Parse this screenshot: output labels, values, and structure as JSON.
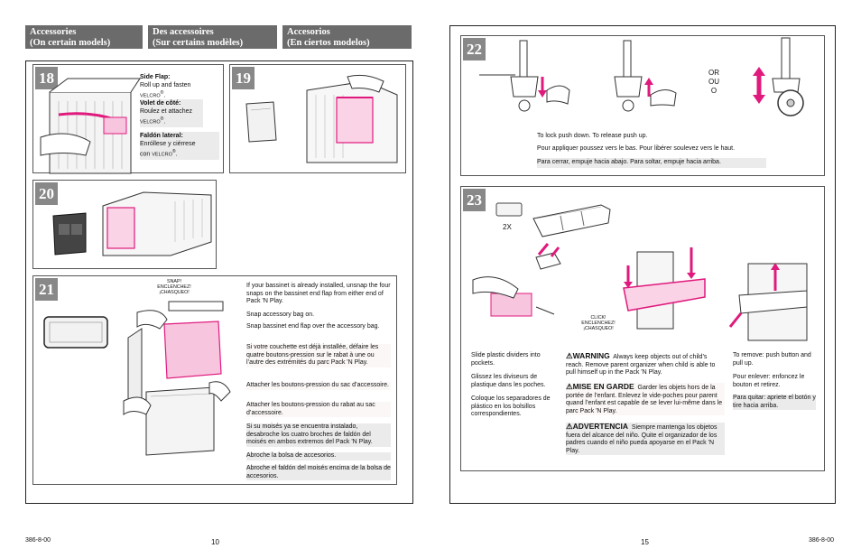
{
  "left_page": {
    "headers": [
      "Accessories\n(On certain models)",
      "Des accessoires\n(Sur certains modèles)",
      "Accesorios\n(En ciertos modelos)"
    ],
    "step18": {
      "number": "18",
      "side_flap_title": "Side Flap:",
      "side_flap_text": "Roll up and fasten",
      "velcro": "VELCRO",
      "reg": "®",
      "period": ".",
      "volet_title": "Volet de côté:",
      "volet_text": "Roulez et attachez",
      "faldon_title": "Faldón lateral:",
      "faldon_text": "Enróllese y ciérrese",
      "con": "con"
    },
    "step19": {
      "number": "19"
    },
    "step20": {
      "number": "20"
    },
    "step21": {
      "number": "21",
      "bubble": "SNAP!\nENCLENCHEZ!\n¡CHASQUEO!",
      "en_1": "If your bassinet is already installed, unsnap the four snaps on the bassinet end flap from either end of Pack 'N Play.",
      "en_2": "Snap accessory bag on.",
      "en_3": "Snap bassinet end flap over the accessory bag.",
      "fr_1": "Si votre couchette est déjà installée, défaire les quatre boutons-pression sur le rabat à une ou l’autre des extrémités du parc Pack 'N Play.",
      "fr_2": "Attacher les boutons-pression du sac d’accessoire.",
      "fr_3": "Attacher les boutons-pression du rabat au sac d’accessoire.",
      "es_1": "Si su moisés ya se encuentra instalado, desabroche los cuatro broches de faldón del moisés en ambos extremos del Pack 'N Play.",
      "es_2": "Abroche la bolsa de accesorios.",
      "es_3": "Abroche el faldón del moisés encima de la bolsa de accesorios."
    },
    "footer_code": "386-8-00",
    "page_number": "10"
  },
  "right_page": {
    "step22": {
      "number": "22",
      "or": "OR\nOU\nO",
      "en": "To lock push down. To release push up.",
      "fr": "Pour appliquer poussez vers le bas. Pour libérer soulevez vers le haut.",
      "es": "Para cerrar, empuje hacia abajo. Para soltar, empuje hacia arriba."
    },
    "step23": {
      "number": "23",
      "qty": "2X",
      "bubble": "CLICK!\nENCLENCHEZ!\n¡CHASQUEO!",
      "slide_en": "Slide plastic dividers into pockets.",
      "slide_fr": "Glissez les diviseurs de plastique dans les poches.",
      "slide_es": "Coloque los separadores de plástico en los bolsillos correspondientes.",
      "warning_title": "WARNING",
      "warning_text": "Always keep objects out of child’s reach. Remove parent organizer when child is able to pull himself up in the Pack 'N Play.",
      "mise_title": "MISE EN GARDE",
      "mise_text": "Garder les objets hors de la portée de l’enfant. Enlevez le vide-poches pour parent quand l’enfant est capable de se lever lui-même dans le parc Pack 'N Play.",
      "adv_title": "ADVERTENCIA",
      "adv_text": "Siempre mantenga los objetos fuera del alcance del niño. Quite el organizador de los padres cuando el niño pueda apoyarse en el Pack 'N Play.",
      "remove_en": "To remove: push button and pull up.",
      "remove_fr": "Pour enlever: enfoncez le bouton et retirez.",
      "remove_es": "Para quitar: apriete el botón y tire hacia arriba."
    },
    "page_number": "15",
    "footer_code": "386-8-00"
  },
  "colors": {
    "header_bg": "#6b6b6b",
    "number_bg": "#888888",
    "accent_magenta": "#e0197d",
    "text_shade": "#ebebeb"
  },
  "icons": [
    "warning-triangle-icon",
    "arrow-down-icon",
    "arrow-up-icon",
    "double-arrow-icon"
  ]
}
